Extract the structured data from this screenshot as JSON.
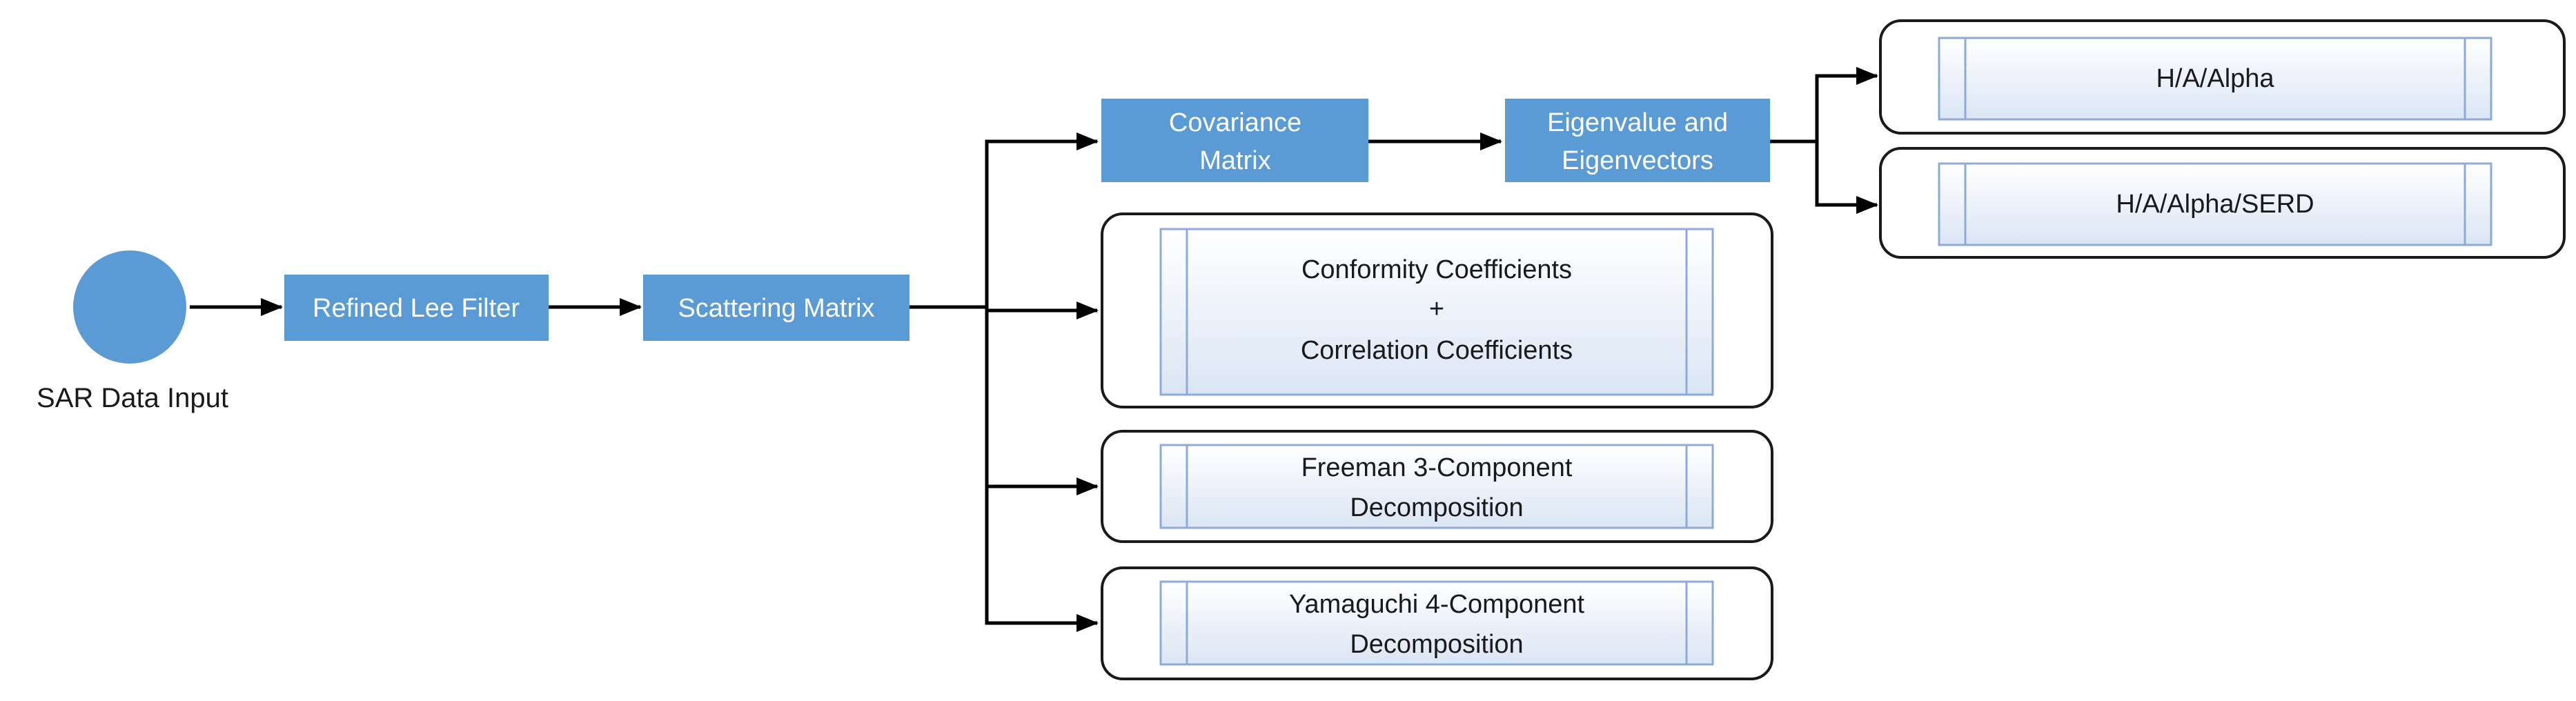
{
  "diagram": {
    "start": {
      "label": "SAR Data Input"
    },
    "steps": {
      "refined_lee": "Refined Lee Filter",
      "scattering": "Scattering Matrix",
      "covariance_line1": "Covariance",
      "covariance_line2": "Matrix",
      "eigen_line1": "Eigenvalue and",
      "eigen_line2": "Eigenvectors"
    },
    "outputs": {
      "haalpha": "H/A/Alpha",
      "haalpha_serd": "H/A/Alpha/SERD",
      "conformity_line1": "Conformity Coefficients",
      "conformity_plus": "+",
      "conformity_line3": "Correlation Coefficients",
      "freeman_line1": "Freeman 3-Component",
      "freeman_line2": "Decomposition",
      "yamaguchi_line1": "Yamaguchi 4-Component",
      "yamaguchi_line2": "Decomposition"
    },
    "colors": {
      "process_fill": "#5b9bd5",
      "start_fill": "#5b9bd5",
      "output_fill_top": "#ffffff",
      "output_fill_bottom": "#dde6f4",
      "output_border": "#8eaadb",
      "outer_border": "#1a1a1a",
      "arrow": "#000000"
    }
  }
}
